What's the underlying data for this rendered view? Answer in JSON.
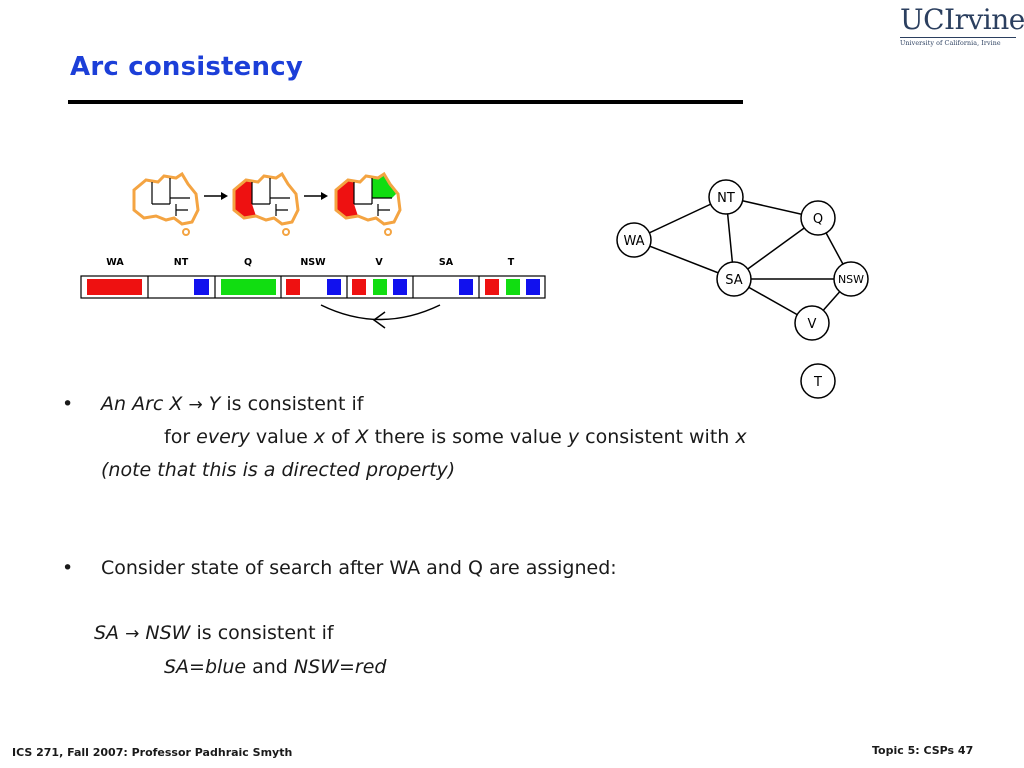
{
  "slide": {
    "title": "Arc consistency",
    "logo": {
      "main": "UCIrvine",
      "sub": "University of California, Irvine"
    },
    "domain_table": {
      "columns": [
        "WA",
        "NT",
        "Q",
        "NSW",
        "V",
        "SA",
        "T"
      ]
    },
    "graph_nodes": [
      "NT",
      "Q",
      "WA",
      "SA",
      "NSW",
      "V",
      "T"
    ],
    "colors": {
      "red": "#ee1111",
      "green": "#11dd11",
      "blue": "#1111ee",
      "title_blue": "#1c3fd8",
      "map_outline": "#f4a442"
    },
    "bullet1": {
      "bullet": "•",
      "l1_italic": "An Arc X",
      "l1_arrow": "→",
      "l1_y": "Y",
      "l1_rest": "is consistent if",
      "l2_for": "for",
      "l2_every": "every",
      "l2_value": "value",
      "l2_x": "x",
      "l2_of": "of",
      "l2_X": "X",
      "l2_there": "there is some value",
      "l2_y": "y",
      "l2_cons": "consistent with",
      "l2_x2": "x",
      "l3": "(note that this is a directed property)"
    },
    "bullet2": {
      "bullet": "•",
      "text": "Consider state of search after WA and Q are assigned:"
    },
    "example": {
      "sa": "SA",
      "arrow": "→",
      "nsw": "NSW",
      "rest": "is consistent if",
      "l2a": "SA=blue",
      "l2b": "and",
      "l2c": "NSW=red"
    },
    "footer_left": "ICS 271, Fall 2007: Professor Padhraic Smyth",
    "footer_right": "Topic 5: CSPs 47"
  }
}
